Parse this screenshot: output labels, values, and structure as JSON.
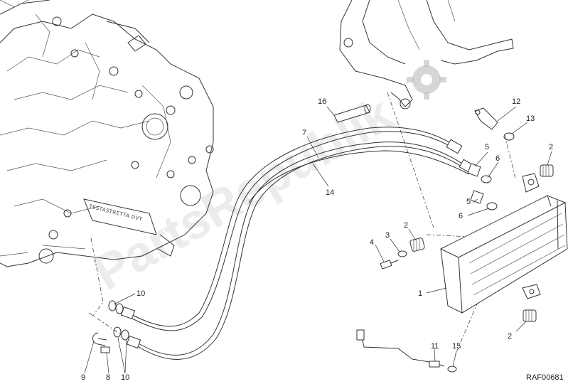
{
  "diagram": {
    "reference_code": "RAF00681",
    "engine_label": "TESTASTRETTA DVT",
    "watermark_text": "PartsRepublik",
    "callouts": [
      {
        "id": "1",
        "label": "1"
      },
      {
        "id": "2a",
        "label": "2"
      },
      {
        "id": "2b",
        "label": "2"
      },
      {
        "id": "2c",
        "label": "2"
      },
      {
        "id": "3",
        "label": "3"
      },
      {
        "id": "4",
        "label": "4"
      },
      {
        "id": "5a",
        "label": "5"
      },
      {
        "id": "5b",
        "label": "5"
      },
      {
        "id": "6a",
        "label": "6"
      },
      {
        "id": "6b",
        "label": "6"
      },
      {
        "id": "7",
        "label": "7"
      },
      {
        "id": "8",
        "label": "8"
      },
      {
        "id": "9",
        "label": "9"
      },
      {
        "id": "10a",
        "label": "10"
      },
      {
        "id": "10b",
        "label": "10"
      },
      {
        "id": "11",
        "label": "11"
      },
      {
        "id": "12",
        "label": "12"
      },
      {
        "id": "13",
        "label": "13"
      },
      {
        "id": "14",
        "label": "14"
      },
      {
        "id": "15",
        "label": "15"
      },
      {
        "id": "16",
        "label": "16"
      }
    ]
  }
}
